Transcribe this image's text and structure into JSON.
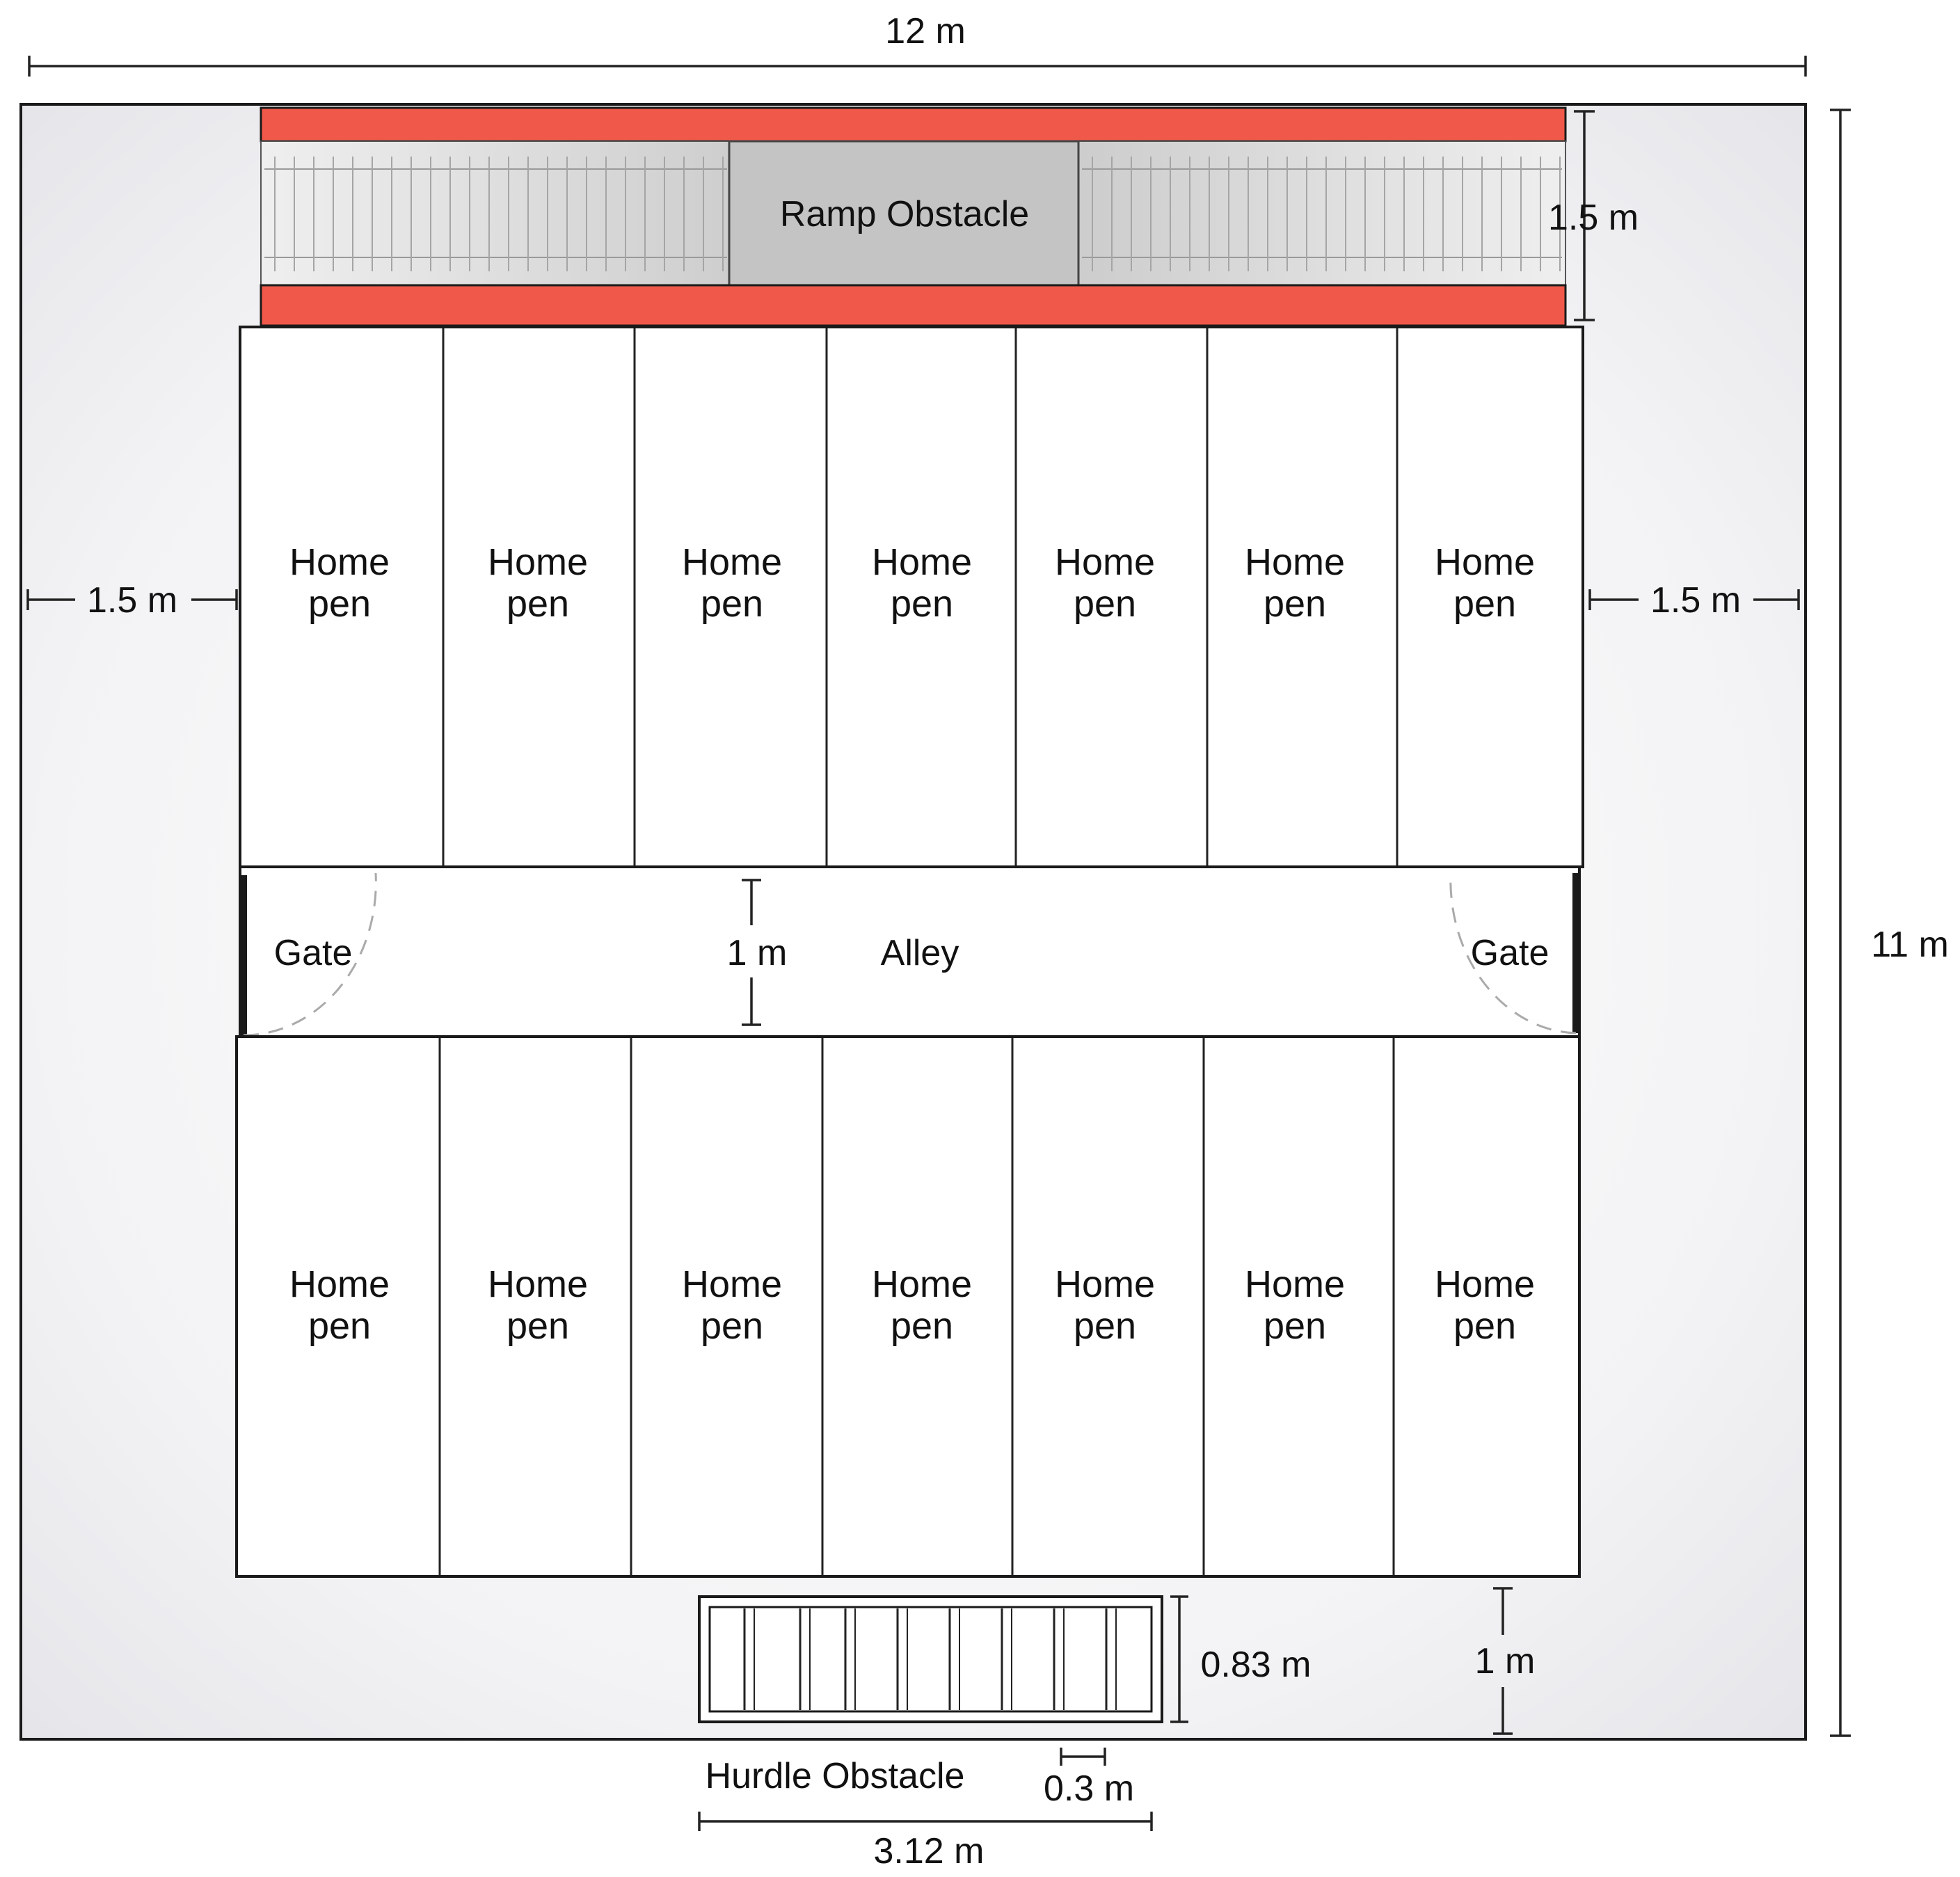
{
  "dimensions": {
    "total_width": "12 m",
    "total_height": "11 m",
    "ramp_width": "1.5 m",
    "left_margin": "1.5 m",
    "right_margin": "1.5 m",
    "alley_width": "1 m",
    "hurdle_width": "0.83 m",
    "hurdle_clearance": "1 m",
    "hurdle_spacing": "0.3 m",
    "hurdle_length": "3.12 m"
  },
  "labels": {
    "ramp": "Ramp Obstacle",
    "alley": "Alley",
    "gate_left": "Gate",
    "gate_right": "Gate",
    "hurdle": "Hurdle Obstacle"
  },
  "pens": {
    "top_row": [
      {
        "line1": "Home",
        "line2": "pen"
      },
      {
        "line1": "Home",
        "line2": "pen"
      },
      {
        "line1": "Home",
        "line2": "pen"
      },
      {
        "line1": "Home",
        "line2": "pen"
      },
      {
        "line1": "Home",
        "line2": "pen"
      },
      {
        "line1": "Home",
        "line2": "pen"
      },
      {
        "line1": "Home",
        "line2": "pen"
      }
    ],
    "bottom_row": [
      {
        "line1": "Home",
        "line2": "pen"
      },
      {
        "line1": "Home",
        "line2": "pen"
      },
      {
        "line1": "Home",
        "line2": "pen"
      },
      {
        "line1": "Home",
        "line2": "pen"
      },
      {
        "line1": "Home",
        "line2": "pen"
      },
      {
        "line1": "Home",
        "line2": "pen"
      },
      {
        "line1": "Home",
        "line2": "pen"
      }
    ]
  },
  "colors": {
    "ramp_rail": "#f0594a",
    "ramp_body": "#d9d9d9",
    "arena_floor": "#f1f1f3"
  }
}
